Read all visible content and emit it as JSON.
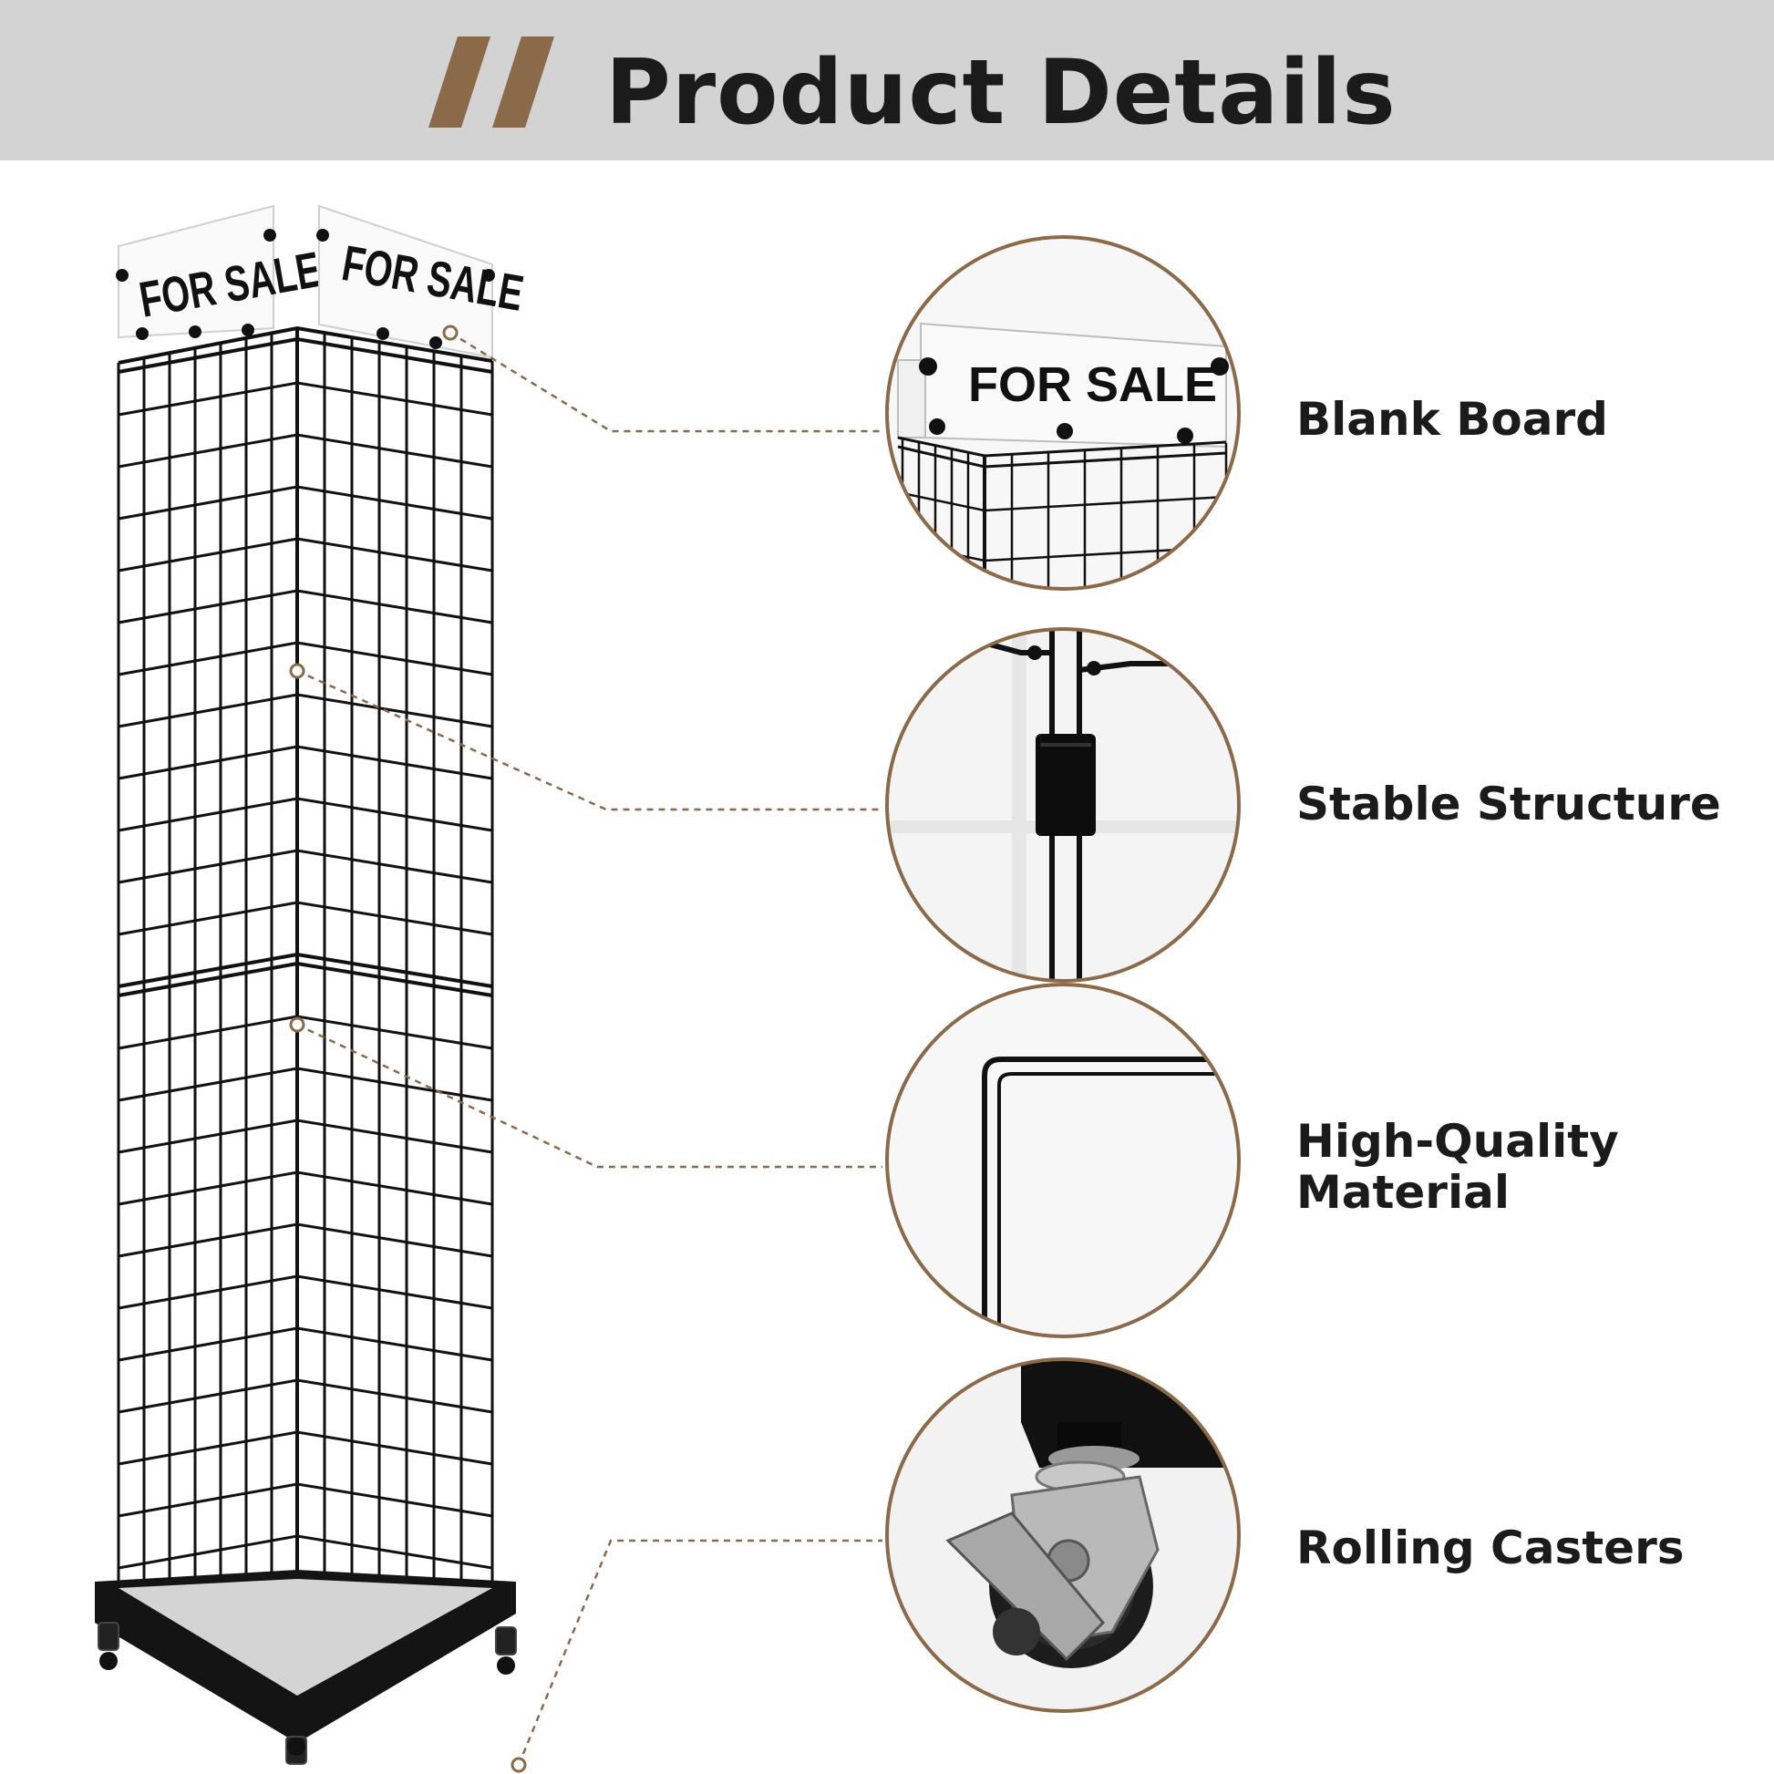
{
  "header": {
    "title": "Product Details",
    "background_color": "#d3d3d3",
    "accent_color": "#8b6a4a"
  },
  "product": {
    "sign_text": "FOR SALE",
    "frame_color": "#111111",
    "callout_color": "#8b6a4a"
  },
  "features": [
    {
      "label": "Blank Board",
      "icon": "sign-board-closeup"
    },
    {
      "label": "Stable Structure",
      "icon": "connector-clip-closeup"
    },
    {
      "label_line1": "High-Quality",
      "label_line2": "Material",
      "icon": "bent-wire-closeup"
    },
    {
      "label": "Rolling Casters",
      "icon": "caster-wheel-closeup"
    }
  ]
}
